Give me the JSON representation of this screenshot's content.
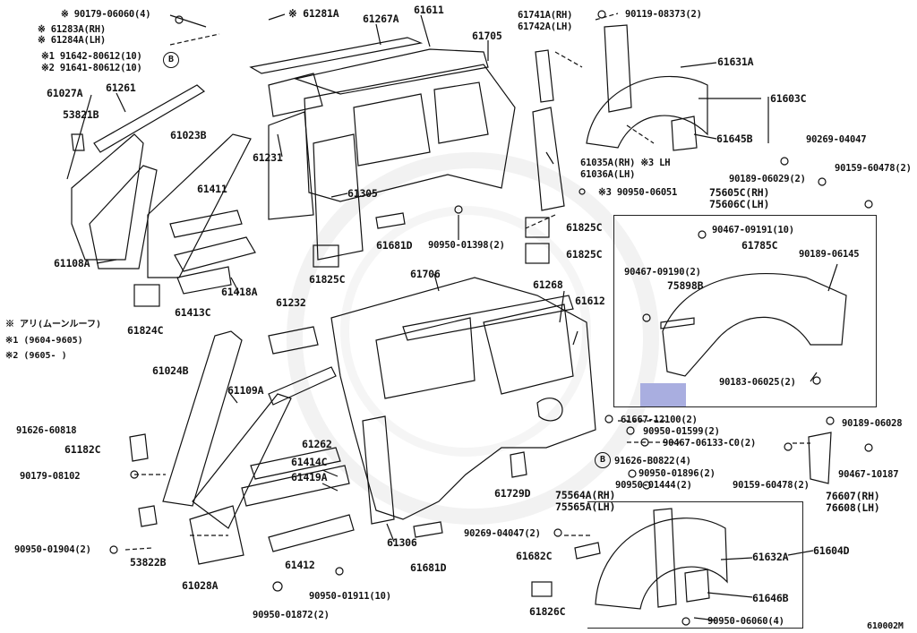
{
  "diagram_id": "610002M",
  "legend": {
    "note": "※  アリ(ムーンルーフ)",
    "note1": "※1 (9604-9605)",
    "note2": "※2 (9605-      )"
  },
  "labels": {
    "p90179_06060": "※ 90179-06060(4)",
    "p61281A": "※ 61281A",
    "p61267A": "61267A",
    "p61611": "61611",
    "p61741A": "61741A(RH)",
    "p61742A": "61742A(LH)",
    "p90119_08373": "90119-08373(2)",
    "p61283A": "※ 61283A(RH)",
    "p61284A": "※ 61284A(LH)",
    "p91642": "※1 91642-80612(10)",
    "p91641": "※2 91641-80612(10)",
    "p61705": "61705",
    "p61631A": "61631A",
    "p61603C": "61603C",
    "p61027A": "61027A",
    "p61261": "61261",
    "p53821B": "53821B",
    "p61023B": "61023B",
    "p61231": "61231",
    "p61645B": "61645B",
    "p90269_04047a": "90269-04047",
    "p61035A": "61035A(RH) ※3 LH",
    "p61036A": "61036A(LH)",
    "p90189_06029": "90189-06029(2)",
    "p90159_60478a": "90159-60478(2)",
    "p75605C": "75605C(RH)",
    "p75606C": "75606C(LH)",
    "p90950_06051": "※3 90950-06051",
    "p61411": "61411",
    "p61305": "61305",
    "p61825Ca": "61825C",
    "p90467_09191": "90467-09191(10)",
    "p61681Da": "61681D",
    "p90950_01398": "90950-01398(2)",
    "p61825Cb": "61825C",
    "p61785C": "61785C",
    "p90189_06145": "90189-06145",
    "p61108A": "61108A",
    "p61825Cc": "61825C",
    "p90467_09190": "90467-09190(2)",
    "p61418A": "61418A",
    "p61706": "61706",
    "p61268": "61268",
    "p61612": "61612",
    "p75898B": "75898B",
    "p61413C": "61413C",
    "p61232": "61232",
    "p61824C": "61824C",
    "p61024B": "61024B",
    "p61109A": "61109A",
    "p90183_06025": "90183-06025(2)",
    "p91626_60818": "91626-60818",
    "p61182C": "61182C",
    "p61667": "61667-12100(2)",
    "p90950_01599": "90950-01599(2)",
    "p90467_06133": "90467-06133-C0(2)",
    "p90189_06028": "90189-06028",
    "p61262": "61262",
    "p61414C": "61414C",
    "p90179_08102": "90179-08102",
    "p61419A": "61419A",
    "p91626_B0822": "91626-B0822(4)",
    "p90950_01896": "90950-01896(2)",
    "p90950_01444": "90950-01444(2)",
    "p90159_60478b": "90159-60478(2)",
    "p90467_10187": "90467-10187",
    "p61729D": "61729D",
    "p75564A": "75564A(RH)",
    "p75565A": "75565A(LH)",
    "p76607": "76607(RH)",
    "p76608": "76608(LH)",
    "p90269_04047b": "90269-04047(2)",
    "p90950_01904": "90950-01904(2)",
    "p61306": "61306",
    "p61681Db": "61681D",
    "p61682C": "61682C",
    "p53822B": "53822B",
    "p61412": "61412",
    "p61632A": "61632A",
    "p61604D": "61604D",
    "p61028A": "61028A",
    "p90950_01911": "90950-01911(10)",
    "p61646B": "61646B",
    "p61826C": "61826C",
    "p90950_01872": "90950-01872(2)",
    "p90950_06060": "90950-06060(4)",
    "circB1": "B",
    "circB2": "B"
  }
}
